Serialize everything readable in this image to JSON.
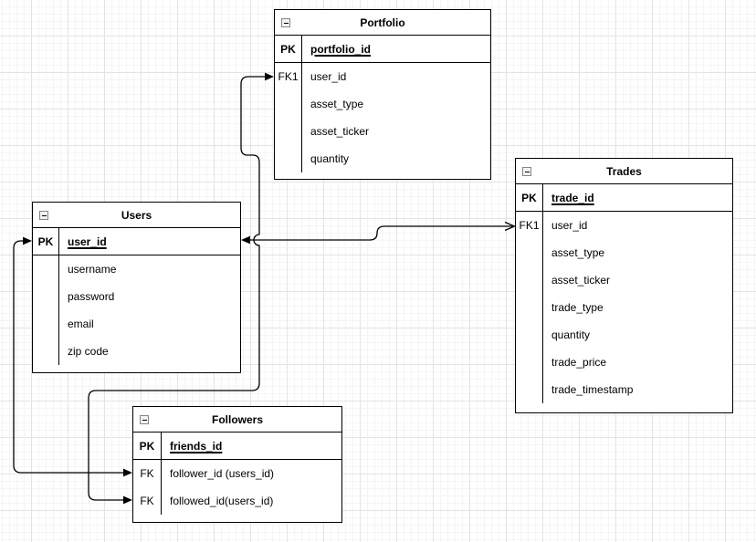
{
  "diagram": {
    "type": "entity-relationship-diagram",
    "icons": {
      "collapse": "minus-box"
    },
    "colors": {
      "background": "#ffffff",
      "grid_minor": "#f6f5f5",
      "grid_major": "#e4e4e4",
      "table_border": "#000000",
      "connector": "#000000",
      "text": "#000000"
    },
    "tables": {
      "portfolio": {
        "title": "Portfolio",
        "rows": [
          {
            "key": "PK",
            "field": "portfolio_id"
          },
          {
            "key": "FK1",
            "field": "user_id"
          },
          {
            "key": "",
            "field": "asset_type"
          },
          {
            "key": "",
            "field": "asset_ticker"
          },
          {
            "key": "",
            "field": "quantity"
          }
        ]
      },
      "users": {
        "title": "Users",
        "rows": [
          {
            "key": "PK",
            "field": "user_id"
          },
          {
            "key": "",
            "field": "username"
          },
          {
            "key": "",
            "field": "password"
          },
          {
            "key": "",
            "field": "email"
          },
          {
            "key": "",
            "field": "zip code"
          }
        ]
      },
      "trades": {
        "title": "Trades",
        "rows": [
          {
            "key": "PK",
            "field": "trade_id"
          },
          {
            "key": "FK1",
            "field": "user_id"
          },
          {
            "key": "",
            "field": "asset_type"
          },
          {
            "key": "",
            "field": "asset_ticker"
          },
          {
            "key": "",
            "field": "trade_type"
          },
          {
            "key": "",
            "field": "quantity"
          },
          {
            "key": "",
            "field": "trade_price"
          },
          {
            "key": "",
            "field": "trade_timestamp"
          }
        ]
      },
      "followers": {
        "title": "Followers",
        "rows": [
          {
            "key": "PK",
            "field": "friends_id"
          },
          {
            "key": "FK",
            "field": "follower_id (users_id)"
          },
          {
            "key": "FK",
            "field": "followed_id(users_id)"
          }
        ]
      }
    },
    "relationships": [
      {
        "from": "Trades.user_id (FK1)",
        "to": "Users.user_id (PK)",
        "from_arrow": "open",
        "to_arrow": "filled"
      },
      {
        "from": "Portfolio.user_id (FK1)",
        "to": "Followers.followed_id (FK)",
        "from_arrow": "filled",
        "to_arrow": "filled"
      },
      {
        "from": "Users.user_id (PK)",
        "to": "Followers.follower_id (FK)",
        "from_arrow": "filled",
        "to_arrow": "filled"
      }
    ]
  }
}
